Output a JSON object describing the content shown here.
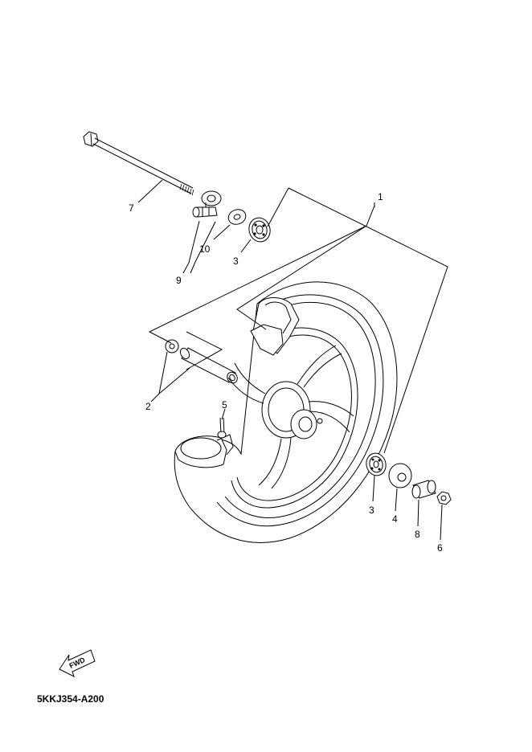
{
  "diagram": {
    "callouts": [
      "1",
      "2",
      "3",
      "3",
      "4",
      "5",
      "6",
      "7",
      "8",
      "9",
      "10"
    ],
    "direction_label": "FWD",
    "part_code": "5KKJ354-A200"
  },
  "colors": {
    "ink": "#000000",
    "paper": "#ffffff"
  },
  "icons": [
    "fwd-arrow-icon"
  ]
}
